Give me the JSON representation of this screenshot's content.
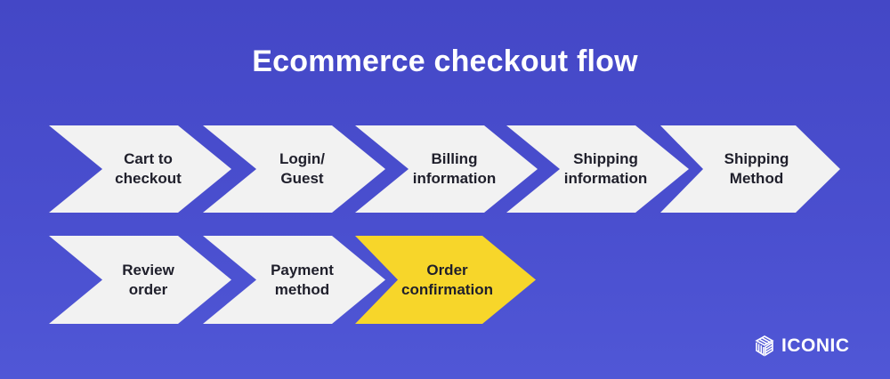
{
  "title": "Ecommerce checkout flow",
  "colors": {
    "background": "#4648c9",
    "step_fill": "#f2f2f2",
    "highlight_fill": "#f7d62a",
    "text": "#1f1f2b",
    "title_text": "#ffffff"
  },
  "steps": [
    {
      "line1": "Cart to",
      "line2": "checkout"
    },
    {
      "line1": "Login/",
      "line2": "Guest"
    },
    {
      "line1": "Billing",
      "line2": "information"
    },
    {
      "line1": "Shipping",
      "line2": "information"
    },
    {
      "line1": "Shipping",
      "line2": "Method"
    },
    {
      "line1": "Review",
      "line2": "order"
    },
    {
      "line1": "Payment",
      "line2": "method"
    },
    {
      "line1": "Order",
      "line2": "confirmation",
      "highlighted": true
    }
  ],
  "logo": {
    "icon": "cube-stripes-icon",
    "text": "ICONIC"
  }
}
